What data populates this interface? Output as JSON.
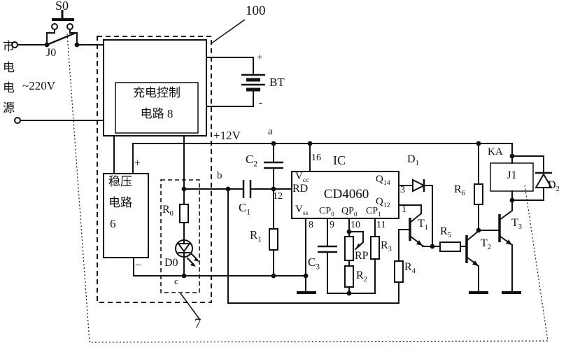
{
  "power": {
    "chars": [
      "市",
      "电",
      "电",
      "源"
    ],
    "voltage": "~220V",
    "s0": "S0",
    "j0": "J0"
  },
  "refs": {
    "enclosure": "100",
    "indicator": "7"
  },
  "charging": {
    "line1": "充电控制",
    "line2": "电路 8"
  },
  "regulator": {
    "line1": "稳压",
    "line2": "电路",
    "line3": "6",
    "plus": "+",
    "minus": "−"
  },
  "battery": {
    "name": "BT",
    "plus": "+",
    "minus": "-"
  },
  "rails": {
    "vcc": "+12V",
    "a": "a",
    "b": "b",
    "c": "c"
  },
  "ic": {
    "label": "IC",
    "part": "CD4060",
    "rd": "RD",
    "vcc": {
      "b": "V",
      "s": "cc"
    },
    "vss": {
      "b": "V",
      "s": "ss"
    },
    "cp0": {
      "b": "CP",
      "s": "0"
    },
    "qp0": {
      "b": "QP",
      "s": "0"
    },
    "cp1": {
      "b": "CP",
      "s": "1"
    },
    "q14": {
      "b": "Q",
      "s": "14"
    },
    "q12": {
      "b": "Q",
      "s": "12"
    },
    "pins": {
      "p16": "16",
      "p12": "12",
      "p8": "8",
      "p9": "9",
      "p10": "10",
      "p11": "11",
      "p3": "3",
      "p1": "1"
    }
  },
  "parts": {
    "r0": {
      "b": "R",
      "s": "0"
    },
    "r1": {
      "b": "R",
      "s": "1"
    },
    "r2": {
      "b": "R",
      "s": "2"
    },
    "r3": {
      "b": "R",
      "s": "3"
    },
    "r4": {
      "b": "R",
      "s": "4"
    },
    "r5": {
      "b": "R",
      "s": "5"
    },
    "r6": {
      "b": "R",
      "s": "6"
    },
    "c1": {
      "b": "C",
      "s": "1"
    },
    "c2": {
      "b": "C",
      "s": "2"
    },
    "c3": {
      "b": "C",
      "s": "3"
    },
    "d1": {
      "b": "D",
      "s": "1"
    },
    "d2": {
      "b": "D",
      "s": "2"
    },
    "t1": {
      "b": "T",
      "s": "1"
    },
    "t2": {
      "b": "T",
      "s": "2"
    },
    "t3": {
      "b": "T",
      "s": "3"
    },
    "d0": "D0",
    "rp": "RP",
    "ka": "KA",
    "j1": "J1"
  },
  "colors": {
    "ink": "#111111",
    "bg": "#ffffff"
  }
}
